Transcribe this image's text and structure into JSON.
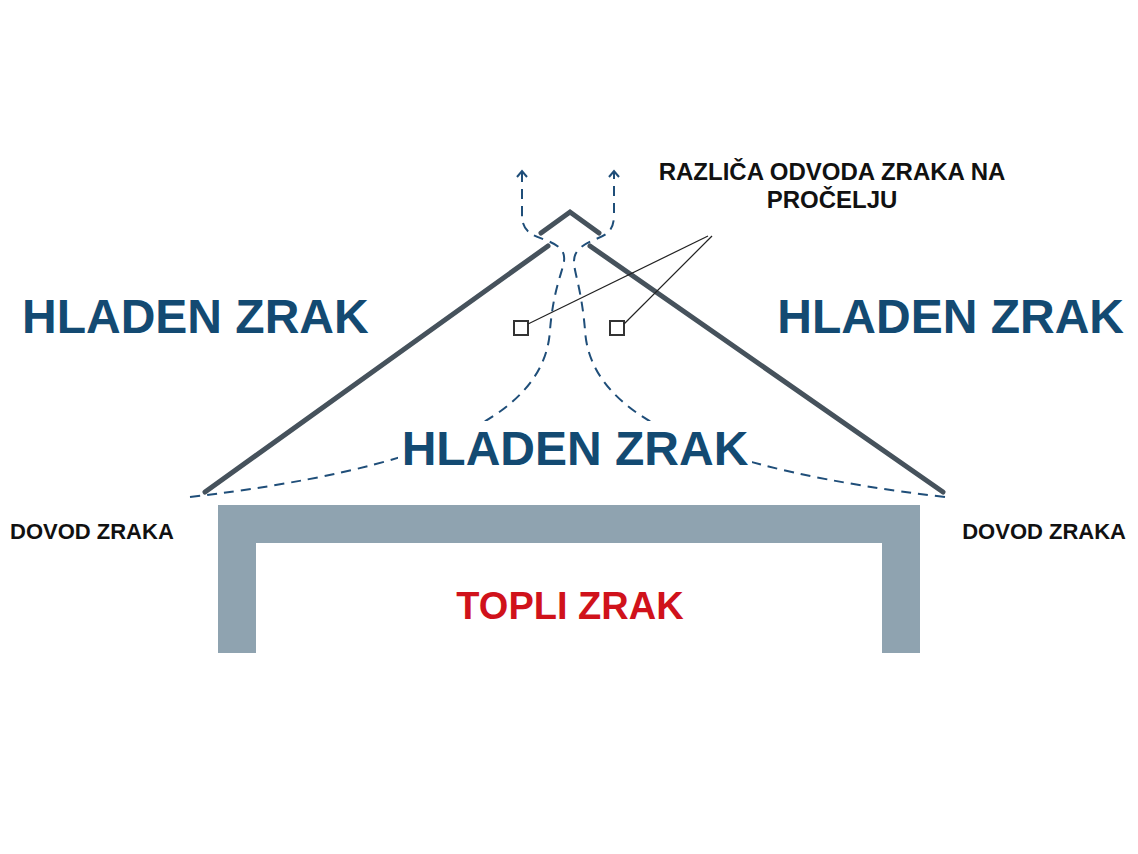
{
  "diagram": {
    "labels": [
      "RAZLIČA ODVODA ZRAKA NA PROČELJU",
      "HLADEN ZRAK",
      "HLADEN ZRAK",
      "HLADEN ZRAK",
      "DOVOD ZRAKA",
      "DOVOD ZRAKA",
      "TOPLI ZRAK"
    ]
  }
}
